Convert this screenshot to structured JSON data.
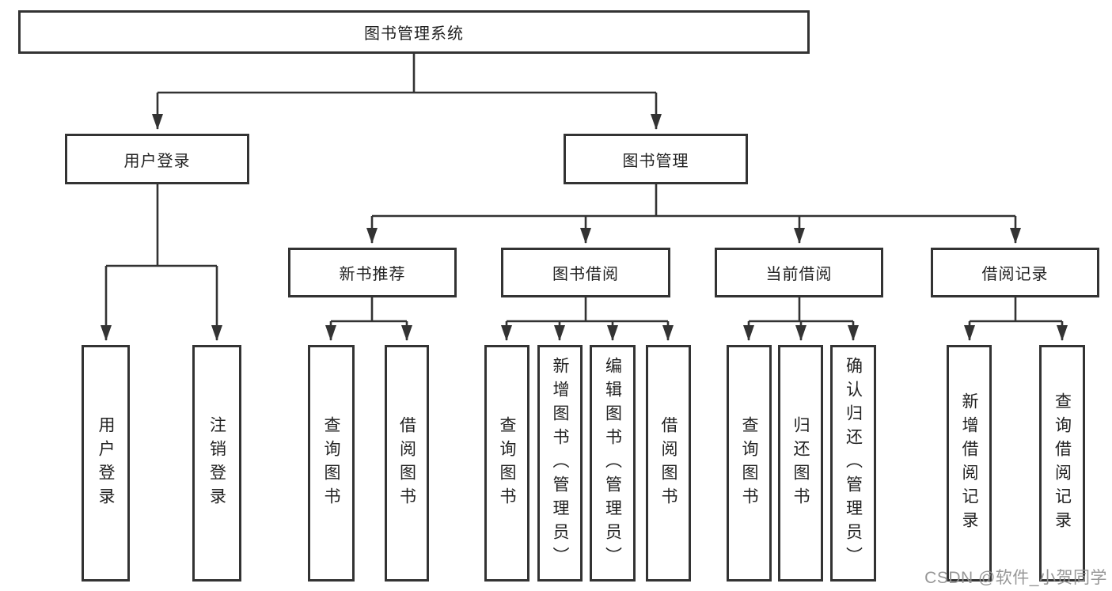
{
  "diagram_title": "图书管理系统",
  "nodes": {
    "root": "图书管理系统",
    "user_login": "用户登录",
    "book_mgmt": "图书管理",
    "new_book_rec": "新书推荐",
    "book_borrow": "图书借阅",
    "current_borrow": "当前借阅",
    "borrow_records": "借阅记录",
    "leaf_user_login": "用户登录",
    "leaf_logout": "注销登录",
    "leaf_query_book_a": "查询图书",
    "leaf_borrow_book_a": "借阅图书",
    "leaf_query_book_b": "查询图书",
    "leaf_add_book": "新增图书（管理员）",
    "leaf_edit_book": "编辑图书（管理员）",
    "leaf_borrow_book_b": "借阅图书",
    "leaf_query_book_c": "查询图书",
    "leaf_return_book": "归还图书",
    "leaf_confirm_return": "确认归还（管理员）",
    "leaf_add_record": "新增借阅记录",
    "leaf_query_record": "查询借阅记录"
  },
  "watermark": "CSDN @软件_小贺同学",
  "colors": {
    "line": "#333333",
    "border": "#333333",
    "text": "#222222",
    "watermark": "#919191",
    "background": "#ffffff"
  }
}
